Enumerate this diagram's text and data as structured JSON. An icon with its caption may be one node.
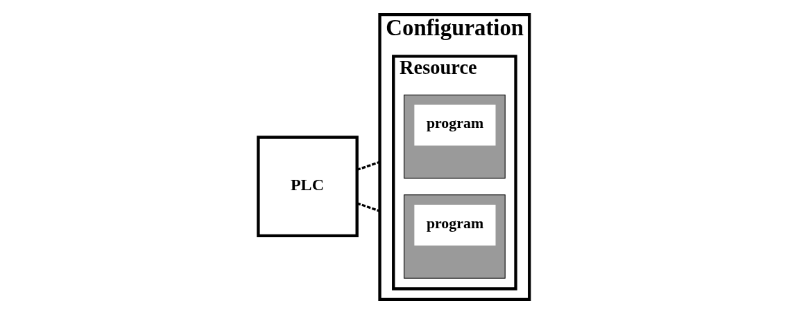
{
  "diagram": {
    "nodes": [
      {
        "text": [
          "PLC"
        ]
      },
      {
        "text": [
          "Configuration"
        ]
      },
      {
        "text": [
          "Resource"
        ],
        "in": 1
      },
      {
        "text": [
          "program"
        ],
        "in": 2
      },
      {
        "text": [
          "program"
        ],
        "in": 2
      }
    ],
    "edges": [
      {
        "from": 0,
        "to": 1,
        "arrow": "none",
        "style": "dashed"
      },
      {
        "from": 0,
        "to": 1,
        "arrow": "none",
        "style": "dashed"
      }
    ]
  }
}
